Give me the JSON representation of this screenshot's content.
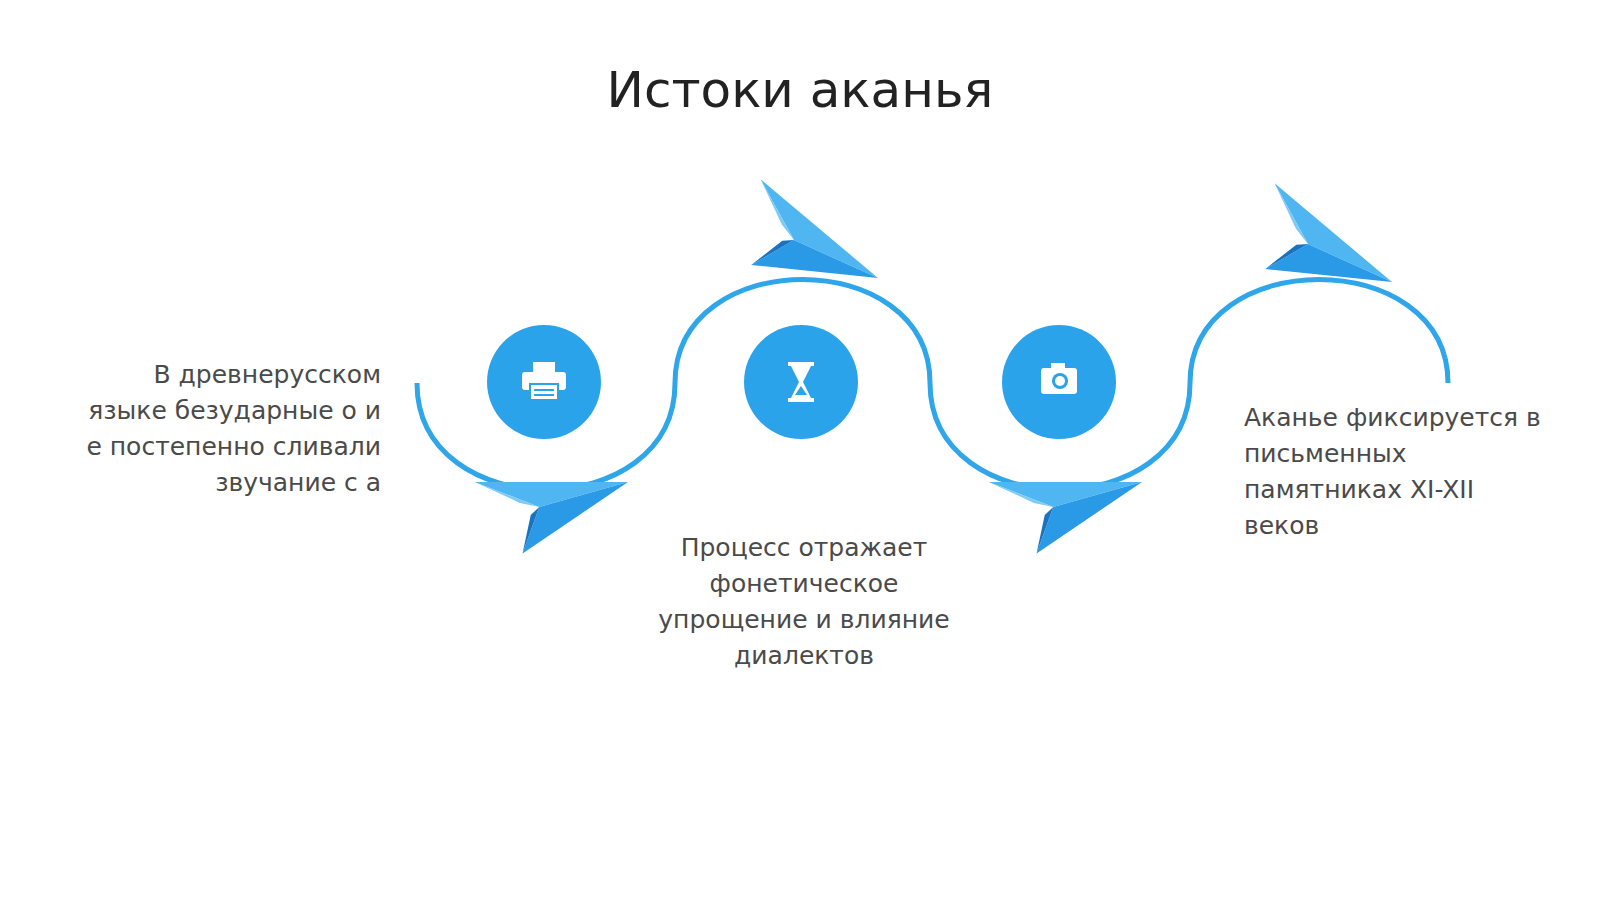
{
  "diagram": {
    "title": "Истоки аканья",
    "labels": [
      "В древнерусском языке безударные о и е постепенно сливали звучание с а",
      "Процесс отражает фонетическое упрощение и влияние диалектов",
      "Аканье фиксируется в письменных памятниках XI-XII веков"
    ]
  }
}
